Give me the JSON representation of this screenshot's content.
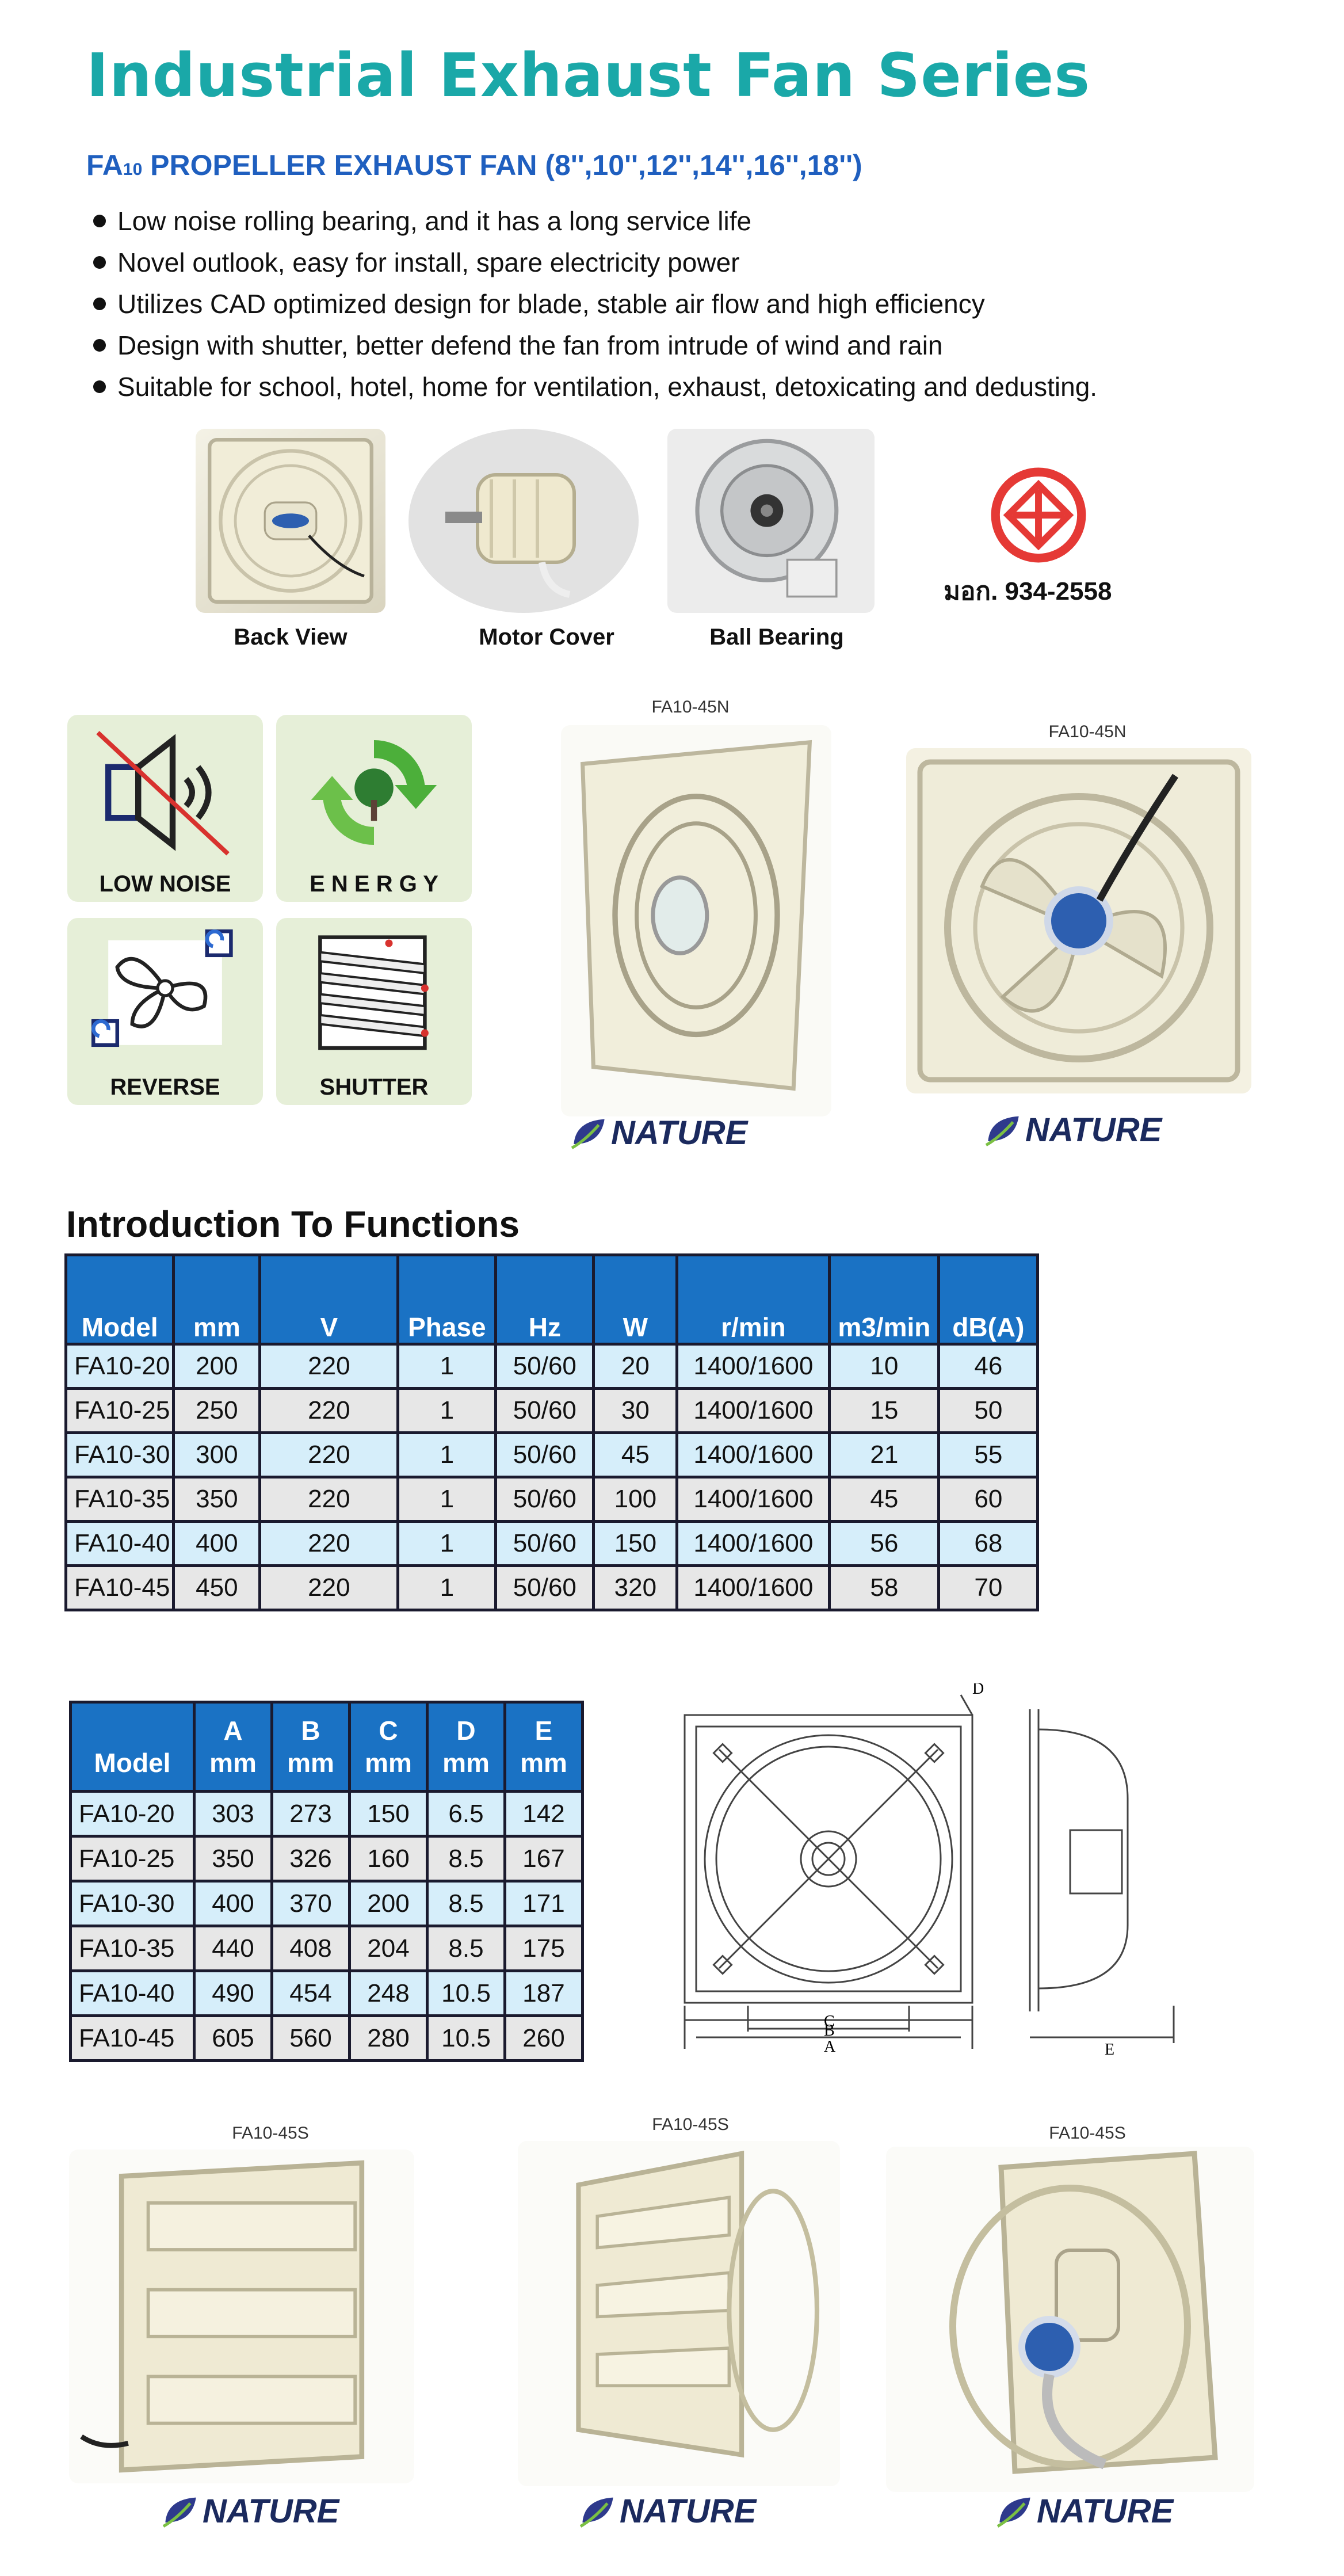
{
  "header": {
    "title": "Industrial Exhaust Fan Series",
    "subtitle_prefix": "FA",
    "subtitle_sub": "10",
    "subtitle_rest": " PROPELLER EXHAUST FAN (8'',10'',12'',14'',16'',18'')"
  },
  "features": [
    "Low noise rolling bearing, and it has a long service life",
    "Novel outlook, easy for install, spare electricity power",
    "Utilizes CAD optimized design for blade, stable air flow and high efficiency",
    "Design with shutter, better defend the fan from intrude of wind and rain",
    "Suitable for school, hotel, home for ventilation, exhaust, detoxicating and dedusting."
  ],
  "parts": {
    "back_view": "Back View",
    "motor_cover": "Motor Cover",
    "ball_bearing": "Ball Bearing"
  },
  "certification": "มอก. 934-2558",
  "tiles": {
    "low_noise": "LOW NOISE",
    "energy": "E N E R G Y",
    "reverse": "REVERSE",
    "shutter": "SHUTTER"
  },
  "products": {
    "n_model": "FA10-45N",
    "s_model": "FA10-45S",
    "brand": "NATURE"
  },
  "functions": {
    "title": "Introduction To Functions",
    "headers": [
      "Model",
      "mm",
      "V",
      "Phase",
      "Hz",
      "W",
      "r/min",
      "m3/min",
      "dB(A)"
    ],
    "rows": [
      [
        "FA10-20",
        "200",
        "220",
        "1",
        "50/60",
        "20",
        "1400/1600",
        "10",
        "46"
      ],
      [
        "FA10-25",
        "250",
        "220",
        "1",
        "50/60",
        "30",
        "1400/1600",
        "15",
        "50"
      ],
      [
        "FA10-30",
        "300",
        "220",
        "1",
        "50/60",
        "45",
        "1400/1600",
        "21",
        "55"
      ],
      [
        "FA10-35",
        "350",
        "220",
        "1",
        "50/60",
        "100",
        "1400/1600",
        "45",
        "60"
      ],
      [
        "FA10-40",
        "400",
        "220",
        "1",
        "50/60",
        "150",
        "1400/1600",
        "56",
        "68"
      ],
      [
        "FA10-45",
        "450",
        "220",
        "1",
        "50/60",
        "320",
        "1400/1600",
        "58",
        "70"
      ]
    ]
  },
  "dimensions": {
    "headers": [
      {
        "top": "",
        "bottom": "Model"
      },
      {
        "top": "A",
        "bottom": "mm"
      },
      {
        "top": "B",
        "bottom": "mm"
      },
      {
        "top": "C",
        "bottom": "mm"
      },
      {
        "top": "D",
        "bottom": "mm"
      },
      {
        "top": "E",
        "bottom": "mm"
      }
    ],
    "rows": [
      [
        "FA10-20",
        "303",
        "273",
        "150",
        "6.5",
        "142"
      ],
      [
        "FA10-25",
        "350",
        "326",
        "160",
        "8.5",
        "167"
      ],
      [
        "FA10-30",
        "400",
        "370",
        "200",
        "8.5",
        "171"
      ],
      [
        "FA10-35",
        "440",
        "408",
        "204",
        "8.5",
        "175"
      ],
      [
        "FA10-40",
        "490",
        "454",
        "248",
        "10.5",
        "187"
      ],
      [
        "FA10-45",
        "605",
        "560",
        "280",
        "10.5",
        "260"
      ]
    ],
    "drawing_labels": [
      "A",
      "B",
      "C",
      "D",
      "E"
    ]
  },
  "colors": {
    "title": "#1aa8a8",
    "subtitle": "#1f5fbf",
    "table_header": "#1a72c4",
    "row_alt_a": "#d6eefa",
    "row_alt_b": "#e7e7e7",
    "tile_bg": "#e6efd8",
    "cert_red": "#e53935",
    "brand": "#1b2a5e"
  }
}
